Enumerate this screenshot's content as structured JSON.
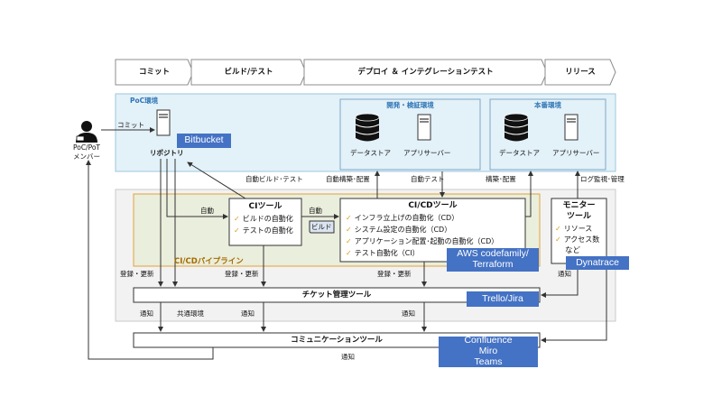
{
  "phases": [
    "コミット",
    "ビルド/テスト",
    "デプロイ ＆ インテグレーションテスト",
    "リリース"
  ],
  "actor": {
    "line1": "PoC/PoT",
    "line2": "メンバー"
  },
  "poc_env": {
    "title": "PoC環境"
  },
  "dev_env": {
    "title": "開発・検証環境",
    "datastore": "データストア",
    "appserver": "アプリサーバー"
  },
  "prod_env": {
    "title": "本番環境",
    "datastore": "データストア",
    "appserver": "アプリサーバー"
  },
  "repository": {
    "label": "リポジトリ",
    "tool": "Bitbucket"
  },
  "ci_tool": {
    "title": "CIツール",
    "items": [
      "ビルドの自動化",
      "テストの自動化"
    ]
  },
  "cicd_tool": {
    "title": "CI/CDツール",
    "items": [
      "インフラ立上げの自動化（CD）",
      "システム設定の自動化（CD）",
      "アプリケーション配置･起動の自動化（CD）",
      "テスト自動化（CI）"
    ],
    "tool_line1": "AWS codefamily/",
    "tool_line2": "Terraform"
  },
  "build_badge": "ビルド",
  "pipeline_label": "CI/CDパイプライン",
  "monitor_tool": {
    "line1": "モニター",
    "line2": "ツール",
    "items": [
      "リソース",
      "アクセス数",
      "など"
    ],
    "tool": "Dynatrace"
  },
  "ticket_tool": {
    "label": "チケット管理ツール",
    "tool": "Trello/Jira"
  },
  "comm_tool": {
    "label": "コミュニケーションツール",
    "tools": [
      "Confluence",
      "Miro",
      "Teams"
    ]
  },
  "labels": {
    "commit": "コミット",
    "auto_build_test": "自動ビルド･テスト",
    "auto_build_deploy": "自動構築･配置",
    "auto_test": "自動テスト",
    "build_deploy": "構築･配置",
    "log_monitor": "ログ監視･管理",
    "auto1": "自動",
    "auto2": "自動",
    "reg1": "登録・更新",
    "reg2": "登録・更新",
    "reg3": "登録・更新",
    "notify_monitor": "通知",
    "notify1": "通知",
    "common_env": "共通環境",
    "notify2": "通知",
    "notify3": "通知",
    "notify4": "通知"
  },
  "colors": {
    "poc_bg": "#e3f1f8",
    "tool_blue": "#4472c4",
    "pipeline_border": "#e2a23a",
    "pipeline_bg": "#eaeedc",
    "gray_bg": "#f2f2f2"
  }
}
